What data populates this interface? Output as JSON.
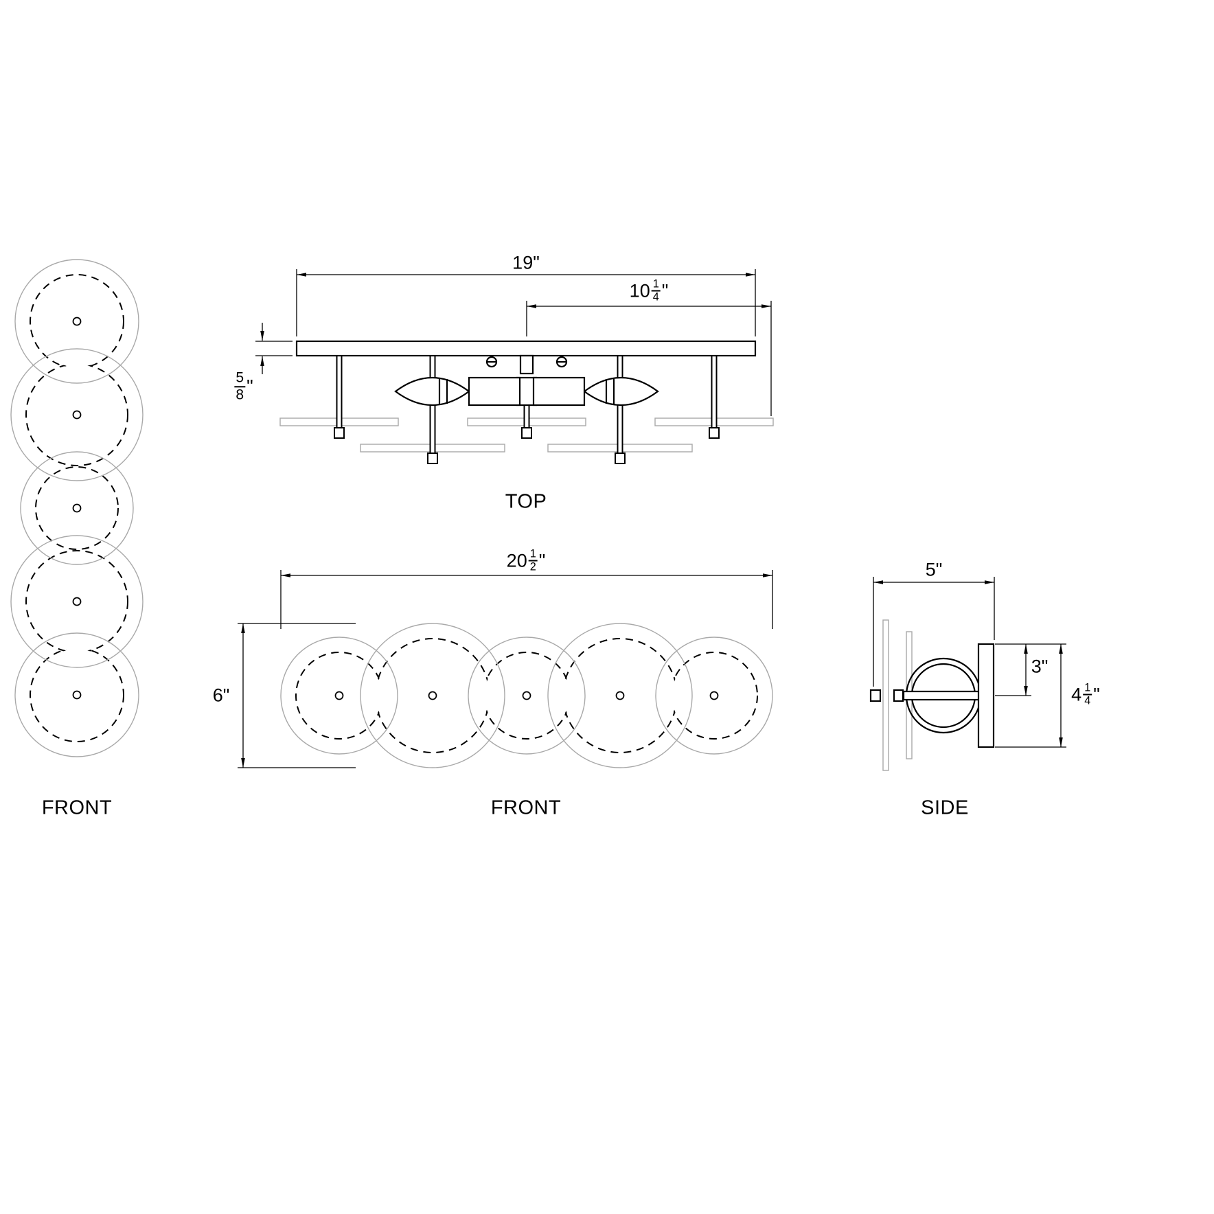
{
  "views": {
    "front_left": {
      "label": "FRONT"
    },
    "top": {
      "label": "TOP"
    },
    "front_main": {
      "label": "FRONT"
    },
    "side": {
      "label": "SIDE"
    }
  },
  "dimensions": {
    "top_overall_width": {
      "whole": "19",
      "unit": "\""
    },
    "top_center_to_edge": {
      "whole": "10",
      "num": "1",
      "den": "4",
      "unit": "\""
    },
    "canopy_thickness": {
      "num": "5",
      "den": "8",
      "unit": "\""
    },
    "front_overall_width": {
      "whole": "20",
      "num": "1",
      "den": "2",
      "unit": "\""
    },
    "front_glass_height": {
      "whole": "6",
      "unit": "\""
    },
    "side_overall_depth": {
      "whole": "5",
      "unit": "\""
    },
    "side_top_to_center": {
      "whole": "3",
      "unit": "\""
    },
    "side_backplate_height": {
      "whole": "4",
      "num": "1",
      "den": "4",
      "unit": "\""
    }
  },
  "colors": {
    "object_line": "#000000",
    "light_outline": "#a9a9a9",
    "background": "#ffffff"
  }
}
